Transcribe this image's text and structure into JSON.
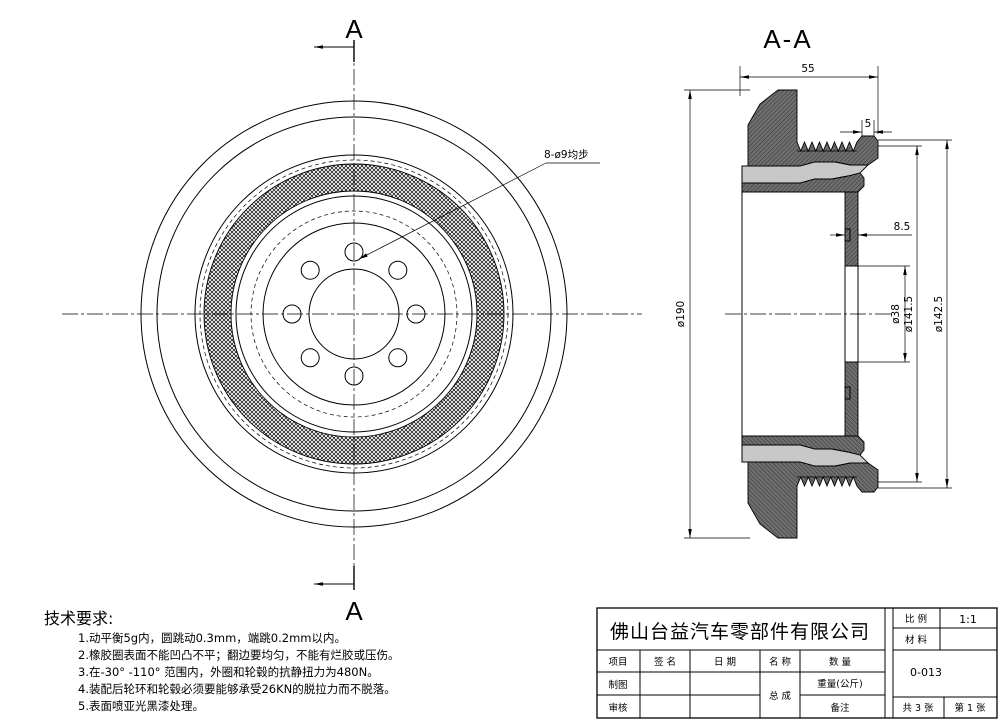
{
  "front_view": {
    "section_mark_top": "A",
    "section_mark_bottom": "A",
    "hole_callout": "8-ø9均步"
  },
  "section_view": {
    "title": "A-A",
    "dimensions": {
      "width": "55",
      "step": "5",
      "offset": "8.5",
      "dia_outer": "ø190",
      "dia_bore": "ø38",
      "dia_a": "ø141.5",
      "dia_b": "ø142.5"
    }
  },
  "tech_requirements": {
    "heading": "技术要求:",
    "items": [
      "1.动平衡5g内，圆跳动0.3mm，端跳0.2mm以内。",
      "2.橡胶圈表面不能凹凸不平；翻边要均匀，不能有烂胶或压伤。",
      "3.在-30° -110° 范围内，外圈和轮毂的抗静扭力为480N。",
      "4.装配后轮环和轮毂必须要能够承受26KN的脱拉力而不脱落。",
      "5.表面喷亚光黑漆处理。"
    ]
  },
  "title_block": {
    "company": "佛山台益汽车零部件有限公司",
    "scale_label": "比 例",
    "scale_value": "1:1",
    "material_label": "材 料",
    "drawing_no": "0-013",
    "col_item": "项目",
    "col_signature": "签 名",
    "col_date": "日 期",
    "col_name": "名 称",
    "col_qty": "数 量",
    "row_drafting": "制图",
    "row_review": "审核",
    "weight_label": "重量(公斤)",
    "assembly_label": "总 成",
    "remarks_label": "备注",
    "sheets_total": "共 3 张",
    "sheet_no": "第 1 张"
  },
  "colors": {
    "line": "#000000",
    "section_fill": "#6f6f6f",
    "rubber_fill": "#c8c8c8"
  }
}
